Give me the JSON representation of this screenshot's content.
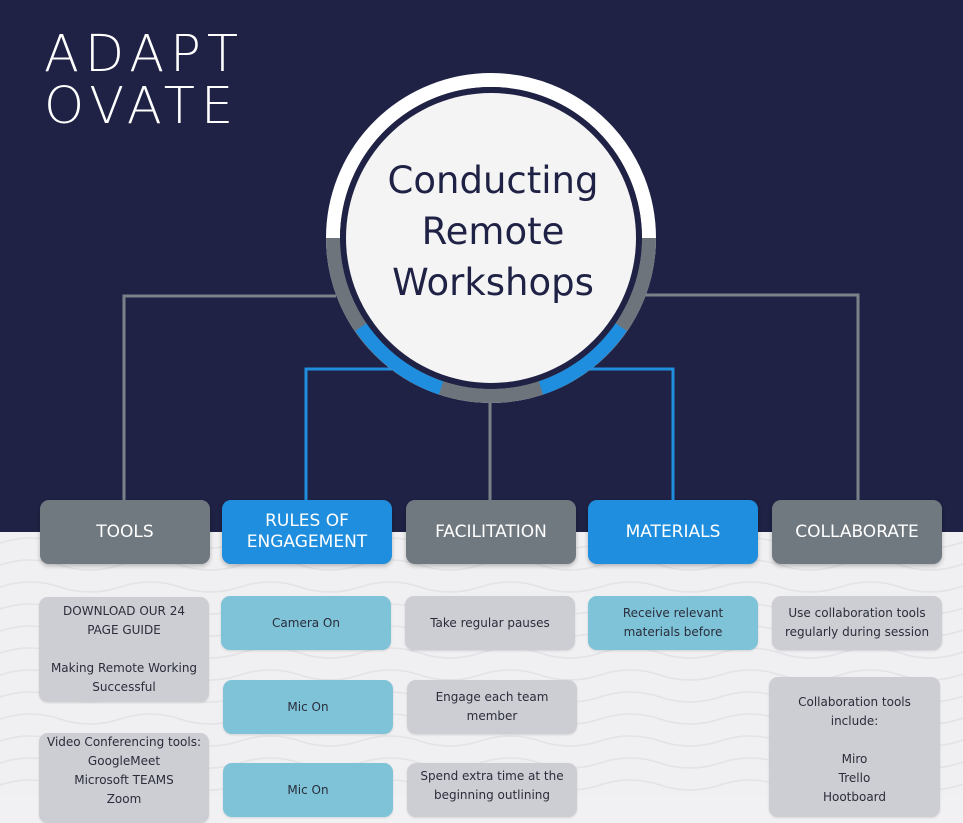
{
  "logo": {
    "line1": "ADAPT",
    "line2": "OVATE"
  },
  "title": [
    "Conducting",
    "Remote",
    "Workshops"
  ],
  "colors": {
    "navy": "#1f2244",
    "gray": "#717980",
    "blue": "#1f8ede",
    "light_blue": "#7ec3d8",
    "card_gray": "#cdcdd4"
  },
  "categories": [
    {
      "label_lines": [
        "TOOLS"
      ]
    },
    {
      "label_lines": [
        "RULES OF",
        "ENGAGEMENT"
      ]
    },
    {
      "label_lines": [
        "FACILITATION"
      ]
    },
    {
      "label_lines": [
        "MATERIALS"
      ]
    },
    {
      "label_lines": [
        "COLLABORATE"
      ]
    }
  ],
  "tools": {
    "guide": [
      "DOWNLOAD OUR 24 PAGE GUIDE",
      "",
      "Making Remote Working Successful"
    ],
    "video": [
      "Video Conferencing tools:",
      "GoogleMeet",
      "Microsoft TEAMS",
      "Zoom"
    ]
  },
  "rules": {
    "items": [
      "Camera On",
      "Mic On",
      "Mic On"
    ]
  },
  "facilitation": {
    "items": [
      "Take regular pauses",
      "Engage each team member",
      "Spend extra time at the beginning outlining"
    ]
  },
  "materials": {
    "items": [
      "Receive relevant materials before"
    ]
  },
  "collaborate": {
    "usage": [
      "Use collaboration tools regularly during session"
    ],
    "tools": [
      "Collaboration tools include:",
      "",
      "Miro",
      "Trello",
      "Hootboard"
    ]
  }
}
